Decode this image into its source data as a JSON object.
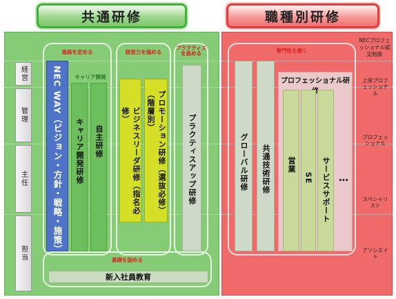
{
  "headers": {
    "common": "共通研修",
    "job_type": "職種別研修"
  },
  "levels": [
    "経営",
    "管理",
    "主任",
    "担当"
  ],
  "sections": {
    "career": "進路を定める",
    "mgmt": "経営力を強める",
    "practice": "プラクティスを高める",
    "specialty": "専門性を磨く",
    "foundation": "基礎を固める"
  },
  "courses": {
    "nec_way": "NEC WAY（ビジョン・方針・戦略・施策）",
    "career_support": "キャリア開発",
    "career_training": "キャリア開発研修",
    "self_training": "自主研修",
    "business_leader": "ビジネスリーダ研修（指名必修）",
    "promotion": "プロモーション研修（選抜必修）（階層別）",
    "practice_up": "プラクティスアップ研修",
    "global": "グローバル研修",
    "common_tech": "共通技術研修",
    "professional": "プロフェッショナル研修",
    "sales": "営業",
    "se": "SE",
    "service": "サービスサポート",
    "more": "…",
    "new_employee": "新入社員教育"
  },
  "nec_pro": {
    "title": "NECプロフェッショナル認定制度",
    "levels": [
      "上席プロフェッショナル",
      "プロフェッショナル",
      "スペシャリスト",
      "アソシエイト"
    ]
  },
  "colors": {
    "green_panel": "#86cc76",
    "red_panel": "#f06a6a",
    "nec_way_blue": "#4f74c7",
    "mgmt_yellow": "#d6df27",
    "label_red": "#d92323"
  }
}
